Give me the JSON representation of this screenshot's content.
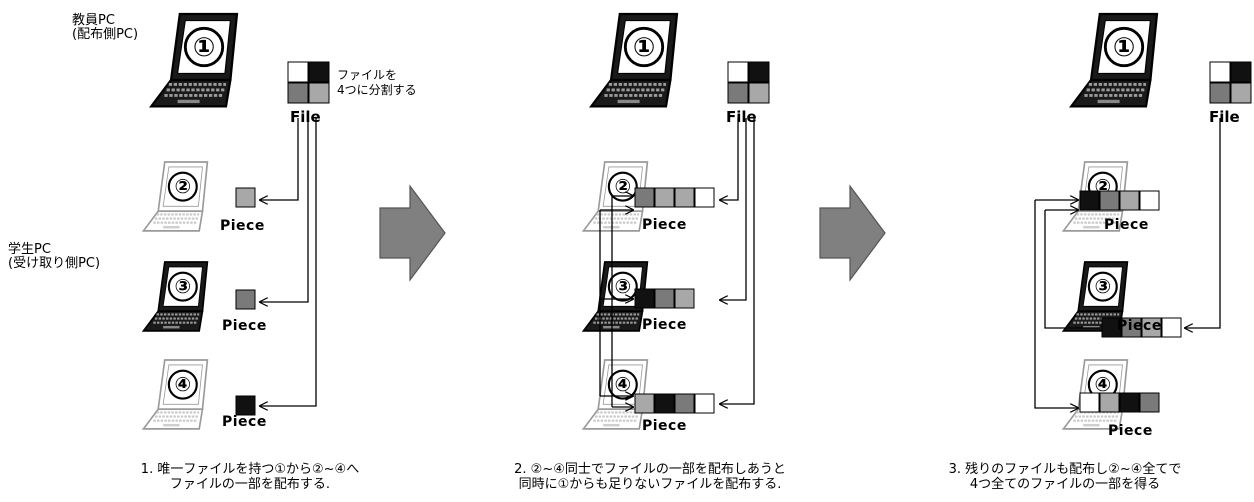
{
  "teacher_pc": {
    "label_line1": "教員PC",
    "label_line2": "(配布側PC)"
  },
  "student_pc": {
    "label_line1": "学生PC",
    "label_line2": "(受け取り側PC)"
  },
  "split_note": {
    "line1": "ファイルを",
    "line2": "4つに分割する"
  },
  "pc_numbers": [
    "①",
    "②",
    "③",
    "④"
  ],
  "file_label": "File",
  "piece_label": "Piece",
  "steps": [
    {
      "line1": "1. 唯一ファイルを持つ①から②~④へ",
      "line2": "ファイルの一部を配布する."
    },
    {
      "line1": "2. ②~④同士でファイルの一部を配布しあうと",
      "line2": "同時に①からも足りないファイルを配布する."
    },
    {
      "line1": "3. 残りのファイルも配布し②~④全てで",
      "line2": "4つ全てのファイルの一部を得る"
    }
  ],
  "colors": {
    "black_piece": "#111111",
    "dark_gray": "#7a7a7a",
    "light_gray": "#a8a8a8",
    "white_piece": "#ffffff",
    "arrow": "#808080",
    "screen_active": "#000000",
    "screen_inactive": "#b8b8b8"
  }
}
